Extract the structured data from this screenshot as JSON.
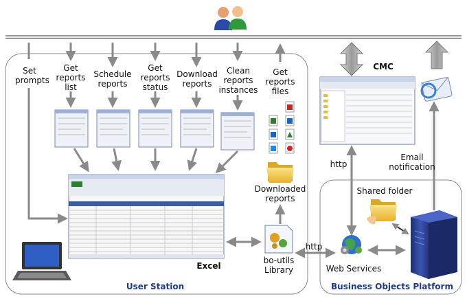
{
  "users_icon": "users-icon",
  "steps": {
    "set_prompts": "Set\nprompts",
    "get_reports_list": "Get\nreports\nlist",
    "schedule_reports": "Schedule\nreports",
    "get_reports_status": "Get\nreports\nstatus",
    "download_reports": "Download\nreports",
    "clean_reports_instances": "Clean\nreports\ninstances",
    "get_reports_files": "Get\nreports\nfiles"
  },
  "labels": {
    "cmc": "CMC",
    "downloaded_reports": "Downloaded\nreports",
    "excel": "Excel",
    "bo_utils_library": "bo-utils\nLibrary",
    "http_cmc": "http",
    "http_ws": "http",
    "email_notification": "Email\nnotification",
    "shared_folder": "Shared folder",
    "web_services": "Web Services"
  },
  "groups": {
    "user_station": "User Station",
    "bo_platform": "Business Objects Platform"
  },
  "colors": {
    "arrow": "#8a8a8a",
    "group_title": "#1f3a8a",
    "server": "#2a3f8f",
    "folder": "#f0c040"
  }
}
